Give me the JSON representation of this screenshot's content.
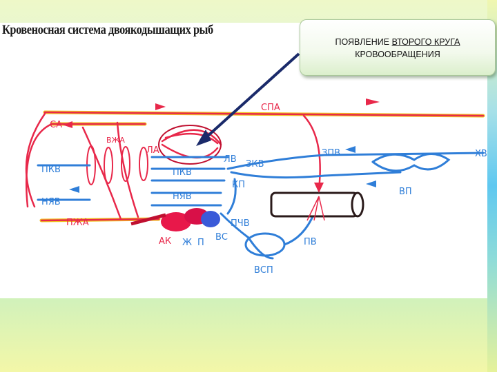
{
  "image_title": "Кровеносная система двоякодышащих рыб",
  "callout": {
    "prefix": "ПОЯВЛЕНИЕ ",
    "underlined": "ВТОРОГО КРУГА",
    "suffix": "КРОВООБРАЩЕНИЯ"
  },
  "labels": {
    "spa": "СПА",
    "sa": "СА",
    "vzha": "ВЖА",
    "la": "ЛА",
    "lv": "ЛВ",
    "zkv": "ЗКВ",
    "pkv_left": "ПКВ",
    "pkv_mid": "ПКВ",
    "nyav_left": "НЯВ",
    "nyav_mid": "НЯВ",
    "kp": "КП",
    "zpv": "ЗПВ",
    "hv": "ХВ",
    "vp": "ВП",
    "pzha": "ПЖА",
    "ak": "АК",
    "zh": "Ж",
    "p": "П",
    "vs": "ВС",
    "pchv": "ПЧВ",
    "pv": "ПВ",
    "vsp": "ВСП"
  },
  "colors": {
    "artery": "#e8284a",
    "artery_outline": "#f0c020",
    "vein": "#2f7ed8",
    "arrow": "#1a2a6a"
  }
}
